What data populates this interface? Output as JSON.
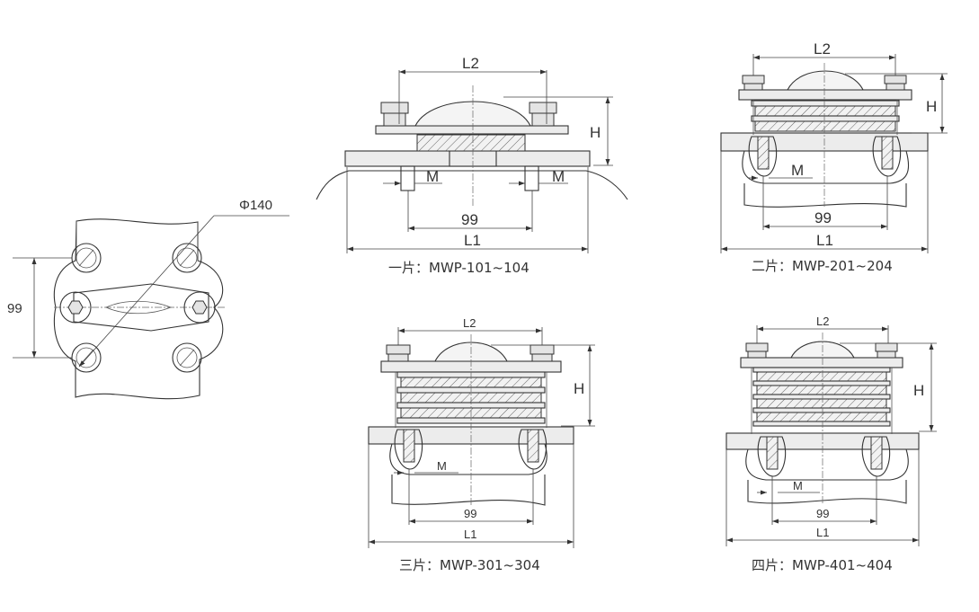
{
  "top_view": {
    "phi_label": "Φ140",
    "dim_label": "99"
  },
  "views": [
    {
      "caption": "一片：MWP-101~104",
      "dims": {
        "l2": "L2",
        "l1": "L1",
        "h": "H",
        "m": "M",
        "d99": "99"
      }
    },
    {
      "caption": "二片：MWP-201~204",
      "dims": {
        "l2": "L2",
        "l1": "L1",
        "h": "H",
        "m": "M",
        "d99": "99"
      }
    },
    {
      "caption": "三片：MWP-301~304",
      "dims": {
        "l2": "L2",
        "l1": "L1",
        "h": "H",
        "m": "M",
        "d99": "99"
      }
    },
    {
      "caption": "四片：MWP-401~404",
      "dims": {
        "l2": "L2",
        "l1": "L1",
        "h": "H",
        "m": "M",
        "d99": "99"
      }
    }
  ],
  "colors": {
    "line": "#333333",
    "fill": "#ececec"
  }
}
